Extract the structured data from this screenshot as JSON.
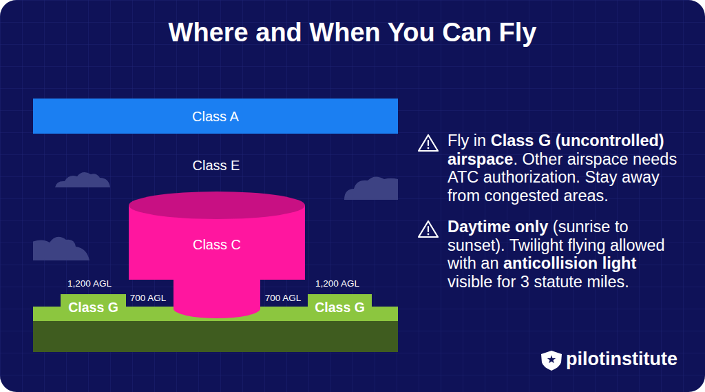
{
  "diagram": {
    "title": "Where and When You Can Fly",
    "nodes": [
      {
        "text": [
          "Class A"
        ]
      },
      {
        "text": [
          "Class C"
        ]
      },
      {
        "text": [
          "Class G"
        ]
      },
      {
        "text": [
          "Class G"
        ]
      }
    ],
    "labels": [
      "Class E",
      "1,200 AGL",
      "700 AGL",
      "700 AGL",
      "1,200 AGL",
      "Fly in",
      "Class G (uncontrolled) airspace",
      ". Other airspace needs ATC authorization. Stay away from congested areas.",
      "Daytime only",
      "(sunrise to sunset). Twilight flying allowed with an",
      "anticollision light",
      "visible for 3 statute miles.",
      "pilotinstitute"
    ]
  }
}
